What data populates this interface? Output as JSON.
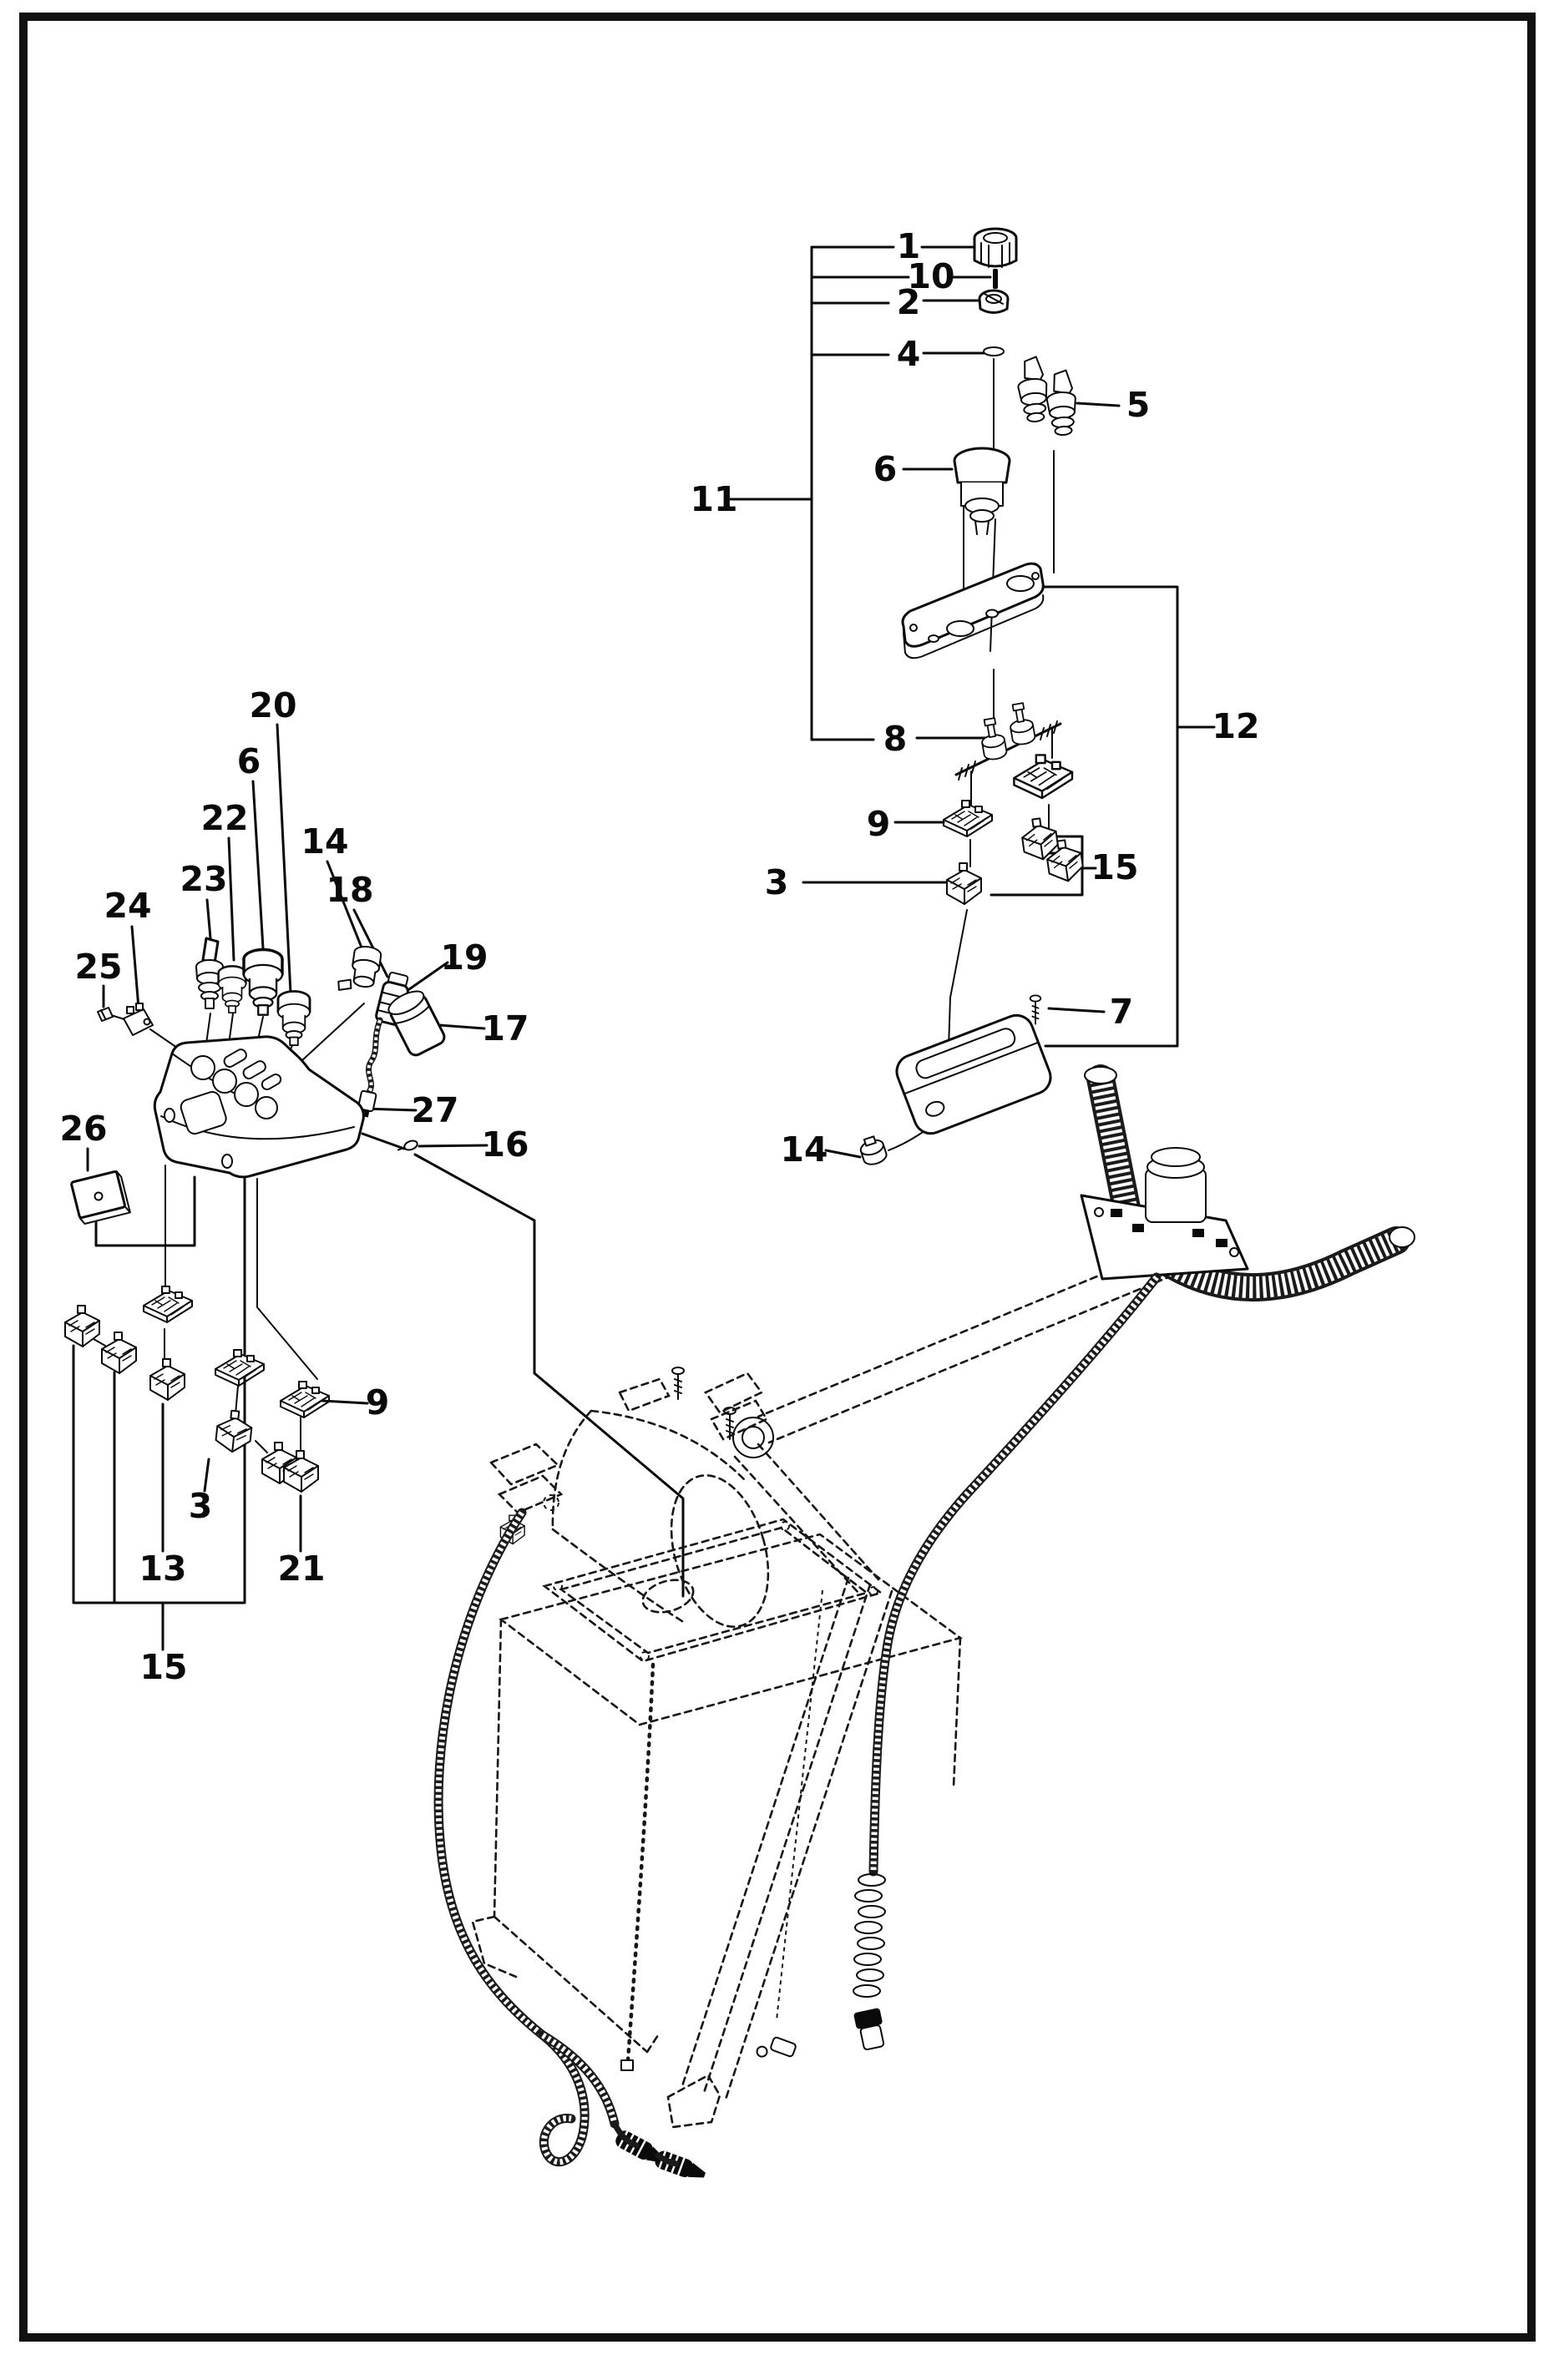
{
  "figure": {
    "kind": "exploded-parts-diagram",
    "background_color": "#ffffff",
    "line_color": "#0a0a0a",
    "border_color": "#111111"
  },
  "callouts": [
    {
      "label": "1"
    },
    {
      "label": "10"
    },
    {
      "label": "2"
    },
    {
      "label": "4"
    },
    {
      "label": "5"
    },
    {
      "label": "6"
    },
    {
      "label": "11"
    },
    {
      "label": "8"
    },
    {
      "label": "12"
    },
    {
      "label": "9"
    },
    {
      "label": "3"
    },
    {
      "label": "15"
    },
    {
      "label": "7"
    },
    {
      "label": "14"
    },
    {
      "label": "20"
    },
    {
      "label": "6"
    },
    {
      "label": "22"
    },
    {
      "label": "14"
    },
    {
      "label": "23"
    },
    {
      "label": "18"
    },
    {
      "label": "24"
    },
    {
      "label": "19"
    },
    {
      "label": "25"
    },
    {
      "label": "17"
    },
    {
      "label": "27"
    },
    {
      "label": "26"
    },
    {
      "label": "16"
    },
    {
      "label": "9"
    },
    {
      "label": "3"
    },
    {
      "label": "13"
    },
    {
      "label": "21"
    },
    {
      "label": "15"
    }
  ]
}
